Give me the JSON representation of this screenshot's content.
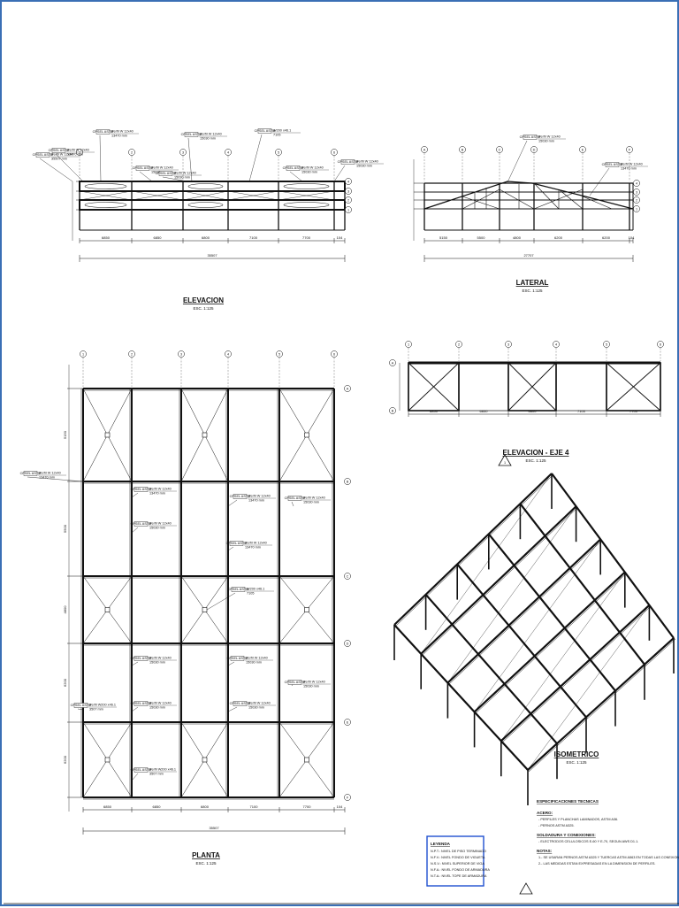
{
  "sheet": {
    "border_color": "#3a6fb5",
    "line_color": "#111111",
    "legend_border_color": "#1f4fd0"
  },
  "elevacion": {
    "title": "ELEVACION",
    "scale": "ESC. 1:125",
    "spans": [
      "6850",
      "6850",
      "6800",
      "7100",
      "7700",
      "104"
    ],
    "total": "35507",
    "axis_labels": [
      "1",
      "2",
      "3",
      "4",
      "5",
      "6"
    ],
    "level_labels": [
      "4",
      "3",
      "2",
      "1"
    ],
    "callouts": [
      {
        "tag": "CPSEL ASTM",
        "profile": "Perfil W 12x40",
        "length": "35507 mm"
      },
      {
        "tag": "CPSEL ASTM",
        "profile": "Perfil W 12x40",
        "length": "13470 mm"
      },
      {
        "tag": "CPSEL ASTM",
        "profile": "Perfil W 12x40",
        "length": "15030 mm"
      },
      {
        "tag": "CPSEL ASTM",
        "profile": "Perfil W 12x40",
        "length": "15030 mm"
      },
      {
        "tag": "CPSEL ASTM",
        "profile": "Perfil W 12x40",
        "length": "15030 mm"
      },
      {
        "tag": "CPSEL ASTM",
        "profile": "Perfil W 12x40",
        "length": "15030 mm"
      },
      {
        "tag": "CPSEL ASTM",
        "profile": "W200 x46.1",
        "length": "7105"
      }
    ]
  },
  "lateral": {
    "title": "LATERAL",
    "scale": "ESC. 1:125",
    "spans": [
      "5150",
      "5500",
      "4800",
      "6200",
      "6200",
      "104"
    ],
    "total": "27707",
    "axis_labels": [
      "A",
      "B",
      "C",
      "D",
      "E",
      "F"
    ],
    "level_labels": [
      "4",
      "3",
      "2",
      "1"
    ],
    "callouts": [
      {
        "tag": "CPSEL ASTM",
        "profile": "Perfil W 12x40",
        "length": "15030 mm"
      },
      {
        "tag": "CPSEL ASTM",
        "profile": "Perfil W 12x40",
        "length": "13470 mm"
      }
    ]
  },
  "elevacion_eje": {
    "title": "ELEVACION - EJE 4",
    "scale": "ESC. 1:125",
    "spans": [
      "6850",
      "6850",
      "6800",
      "7100",
      "7700"
    ],
    "axis_labels": [
      "1",
      "2",
      "3",
      "4",
      "5",
      "6"
    ],
    "level_labels": [
      "B",
      "A"
    ],
    "marker": "1"
  },
  "planta": {
    "title": "PLANTA",
    "scale": "ESC. 1:125",
    "spans": [
      "6850",
      "6850",
      "6800",
      "7100",
      "7700",
      "104"
    ],
    "total": "35507",
    "axis_labels": [
      "1",
      "2",
      "3",
      "4",
      "5",
      "6"
    ],
    "row_labels": [
      "A",
      "B",
      "C",
      "D",
      "E",
      "F"
    ],
    "row_spans": [
      "5150",
      "5500",
      "4800",
      "6200",
      "6200"
    ],
    "callouts": [
      {
        "tag": "CPSEL ASTM",
        "profile": "Perfil W 12x40",
        "length": "13470 mm"
      },
      {
        "tag": "CPSEL ASTM",
        "profile": "Perfil W 12x40",
        "length": "13470 mm"
      },
      {
        "tag": "CPSEL ASTM",
        "profile": "Perfil W 12x40",
        "length": "13470 mm"
      },
      {
        "tag": "CPSEL ASTM",
        "profile": "Perfil W 12x40",
        "length": "15030 mm"
      },
      {
        "tag": "CPSEL ASTM",
        "profile": "Perfil W 12x40",
        "length": "13470 mm"
      },
      {
        "tag": "CPSEL ASTM",
        "profile": "W200 x46.1",
        "length": "7105"
      },
      {
        "tag": "CPSEL ASTM",
        "profile": "Perfil W 12x40",
        "length": "15030 mm"
      },
      {
        "tag": "CPSEL ASTM",
        "profile": "Perfil W 12x40",
        "length": "15030 mm"
      },
      {
        "tag": "CPSEL ASTM",
        "profile": "Perfil W 12x40",
        "length": "15030 mm"
      },
      {
        "tag": "CPSEL ASTM",
        "profile": "Perfil W200 x46.1",
        "length": "3507 mm"
      },
      {
        "tag": "CPSEL ASTM",
        "profile": "Perfil W 12x40",
        "length": "15030 mm"
      },
      {
        "tag": "CPSEL ASTM",
        "profile": "Perfil W 12x40",
        "length": "15030 mm"
      },
      {
        "tag": "CPSEL ASTM",
        "profile": "Perfil W200 x46.1",
        "length": "3507 mm"
      }
    ]
  },
  "isometrico": {
    "title": "ISOMETRICO",
    "scale": "ESC. 1:125"
  },
  "especificaciones": {
    "title": "ESPECIFICACIONES TECNICAS",
    "sections": [
      {
        "heading": "ACERO:",
        "lines": [
          "- PERFILES Y PLANCHAS LAMINADOS, ASTM A36.",
          "- PERNOS ASTM A325."
        ]
      },
      {
        "heading": "SOLDADURA Y CONEXIONES:",
        "lines": [
          "- ELECTRODOS CELULOSICOS E-60 Y E-70, SEGUN AWS D1.1."
        ]
      },
      {
        "heading": "NOTAS:",
        "lines": [
          "1.- SE USARAN PERNOS ASTM A325 Y TUERCAS ASTM A563 EN TODAS LAS CONEXIONES DE LA ESTRUCTURA.",
          "2.- LAS MEDIDAS ESTAN EXPRESADAS EN LA DIMENSION DE PERFILES."
        ]
      }
    ]
  },
  "leyenda": {
    "title": "LEYENDA",
    "lines": [
      "N.P.T.: NIVEL DE PISO TERMINADO",
      "N.F.V.: NIVEL FONDO DE VIGUETA",
      "N.S.V.: NIVEL SUPERIOR DE VIGA",
      "N.F.A.: NIVEL FONDO DE ARMADURA",
      "N.T.A.: NIVEL TOPE DE ARMADURA"
    ]
  }
}
